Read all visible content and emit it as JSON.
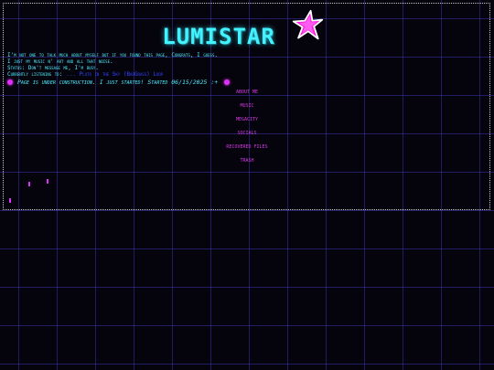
{
  "header": {
    "title": "LUMISTAR"
  },
  "intro": {
    "line1": "I'm not one to talk much about myself but if you found this page, Congrats, I guess.",
    "line2": "I just my music n' art and all that noise.",
    "status": "Status: Don't message me, I'm busy.",
    "now_playing_label": "Currently listening to:",
    "now_playing_track": "... Pluto in the Sky (BarGrass) Loop"
  },
  "notice": {
    "text": "Page is under construction. I just started! Started 06/15/2025 :+"
  },
  "nav": {
    "items": [
      {
        "label": "About Me"
      },
      {
        "label": "Music"
      },
      {
        "label": "Megacity"
      },
      {
        "label": "Socials"
      },
      {
        "label": "Recovered Files"
      },
      {
        "label": "Trash"
      }
    ]
  },
  "colors": {
    "title": "#42f3ff",
    "text": "#4ef0ff",
    "accent": "#e030ff",
    "grid": "#4a3cc8",
    "background": "#05030c"
  },
  "icons": {
    "logo": "pink-star-icon"
  }
}
